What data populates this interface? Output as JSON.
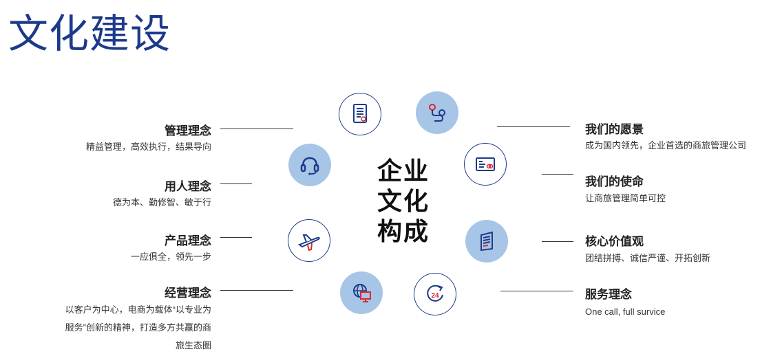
{
  "page_title": "文化建设",
  "center_title": [
    "企业",
    "文化",
    "构成"
  ],
  "left_items": [
    {
      "title": "管理理念",
      "desc": [
        "精益管理，高效执行，结果导向"
      ]
    },
    {
      "title": "用人理念",
      "desc": [
        "德为本、勤修智、敏于行"
      ]
    },
    {
      "title": "产品理念",
      "desc": [
        "一应俱全，领先一步"
      ]
    },
    {
      "title": "经营理念",
      "desc": [
        "以客户为中心，电商为载体“以专业为",
        "服务”创新的精神，打造多方共赢的商",
        "旅生态圈"
      ]
    }
  ],
  "right_items": [
    {
      "title": "我们的愿景",
      "desc": [
        "成为国内领先，企业首选的商旅管理公司"
      ]
    },
    {
      "title": "我们的使命",
      "desc": [
        "让商旅管理简单可控"
      ]
    },
    {
      "title": "核心价值观",
      "desc": [
        "团结拼搏、诚信严谨、开拓创新"
      ]
    },
    {
      "title": "服务理念",
      "desc": [
        "One call, full survice"
      ]
    }
  ],
  "icons": [
    "document-icon",
    "route-icon",
    "headset-icon",
    "card-icon",
    "airplane-icon",
    "files-icon",
    "globe-monitor-icon",
    "24-hour-icon"
  ],
  "colors": {
    "title_blue": "#1d3a8a",
    "circle_fill": "#a7c5e6",
    "accent_red": "#d9282f"
  }
}
